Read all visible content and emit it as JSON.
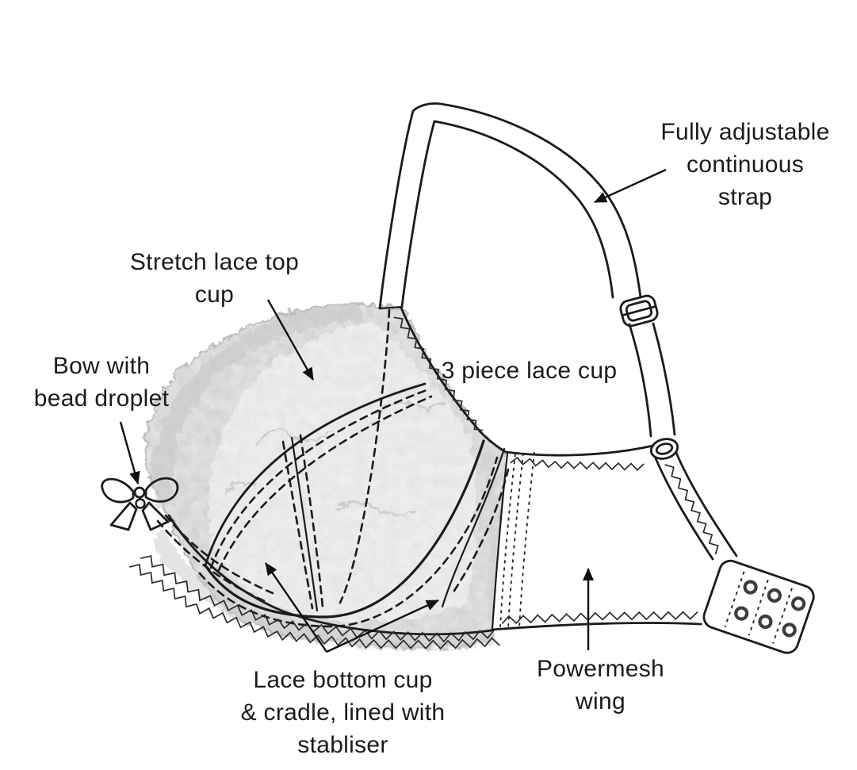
{
  "labels": {
    "strap": "Fully adjustable\ncontinuous\nstrap",
    "top_cup": "Stretch lace top\ncup",
    "bow": "Bow with\nbead droplet",
    "lace_cup": "3 piece lace cup",
    "bottom_cup": "Lace bottom cup\n& cradle, lined with\nstabliser",
    "wing": "Powermesh\nwing"
  },
  "colors": {
    "ink": "#1b1b1b",
    "lace_fill": "#e2e2e2",
    "lace_edge": "#bdbdbd",
    "background": "#ffffff"
  }
}
